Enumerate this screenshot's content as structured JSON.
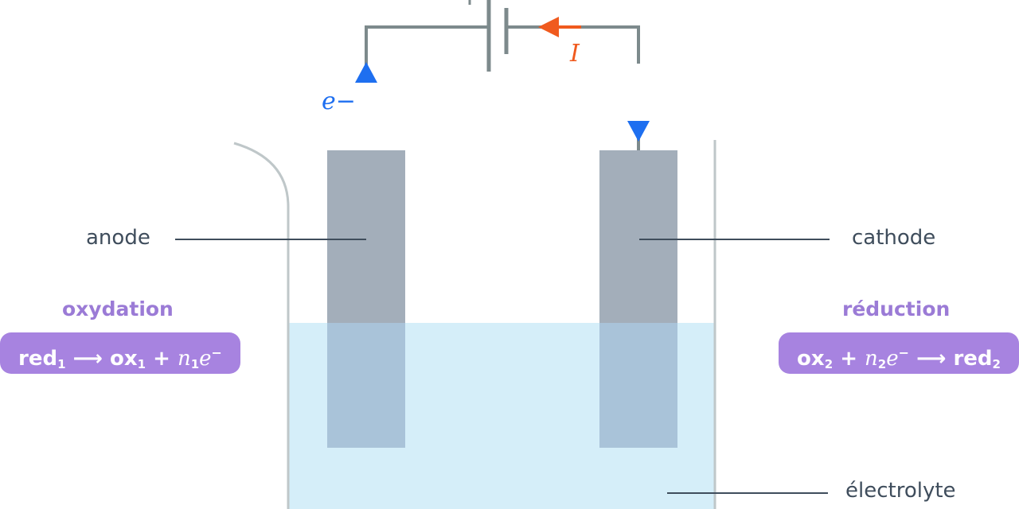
{
  "labels": {
    "anode": "anode",
    "cathode": "cathode",
    "electrolyte": "électrolyte"
  },
  "reactions": {
    "oxidation": {
      "title": "oxydation",
      "reactant": "red",
      "reactant_index": "1",
      "arrow": "⟶",
      "product": "ox",
      "product_index": "1",
      "plus": "+",
      "coef": "n",
      "coef_index": "1",
      "electron": "e",
      "electron_charge": "−"
    },
    "reduction": {
      "title": "réduction",
      "reactant": "ox",
      "reactant_index": "2",
      "plus": "+",
      "coef": "n",
      "coef_index": "2",
      "electron": "e",
      "electron_charge": "−",
      "arrow": "⟶",
      "product": "red",
      "product_index": "2"
    }
  },
  "flows": {
    "electrons": "e−",
    "current": "I"
  },
  "colors": {
    "wire": "#7d8a8c",
    "electrode": "#a3aeba",
    "electrolyte": "#d5eef9",
    "beaker": "#bfc7c9",
    "electron_arrow": "#1e6ff0",
    "current_arrow": "#f05a1e",
    "reaction_box": "#a783e0",
    "reaction_title": "#9b7bd6",
    "leader_line": "#3f4d5c"
  },
  "icons": {
    "battery": "battery-symbol-icon",
    "electron_flow": "arrow-up-icon",
    "current_flow": "arrow-left-icon",
    "electron_into_cathode": "arrow-down-icon"
  }
}
